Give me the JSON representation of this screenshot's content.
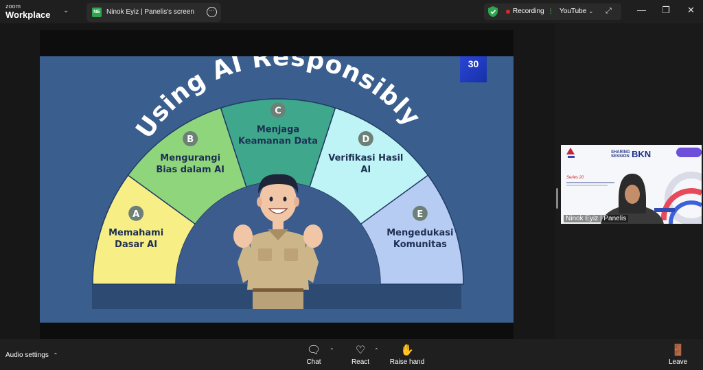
{
  "app": {
    "brand_top": "zoom",
    "brand_bottom": "Workplace"
  },
  "share_tab": {
    "badge": "NE",
    "label": "Ninok Eyiz | Panelis's screen"
  },
  "recording_bar": {
    "recording_label": "Recording",
    "stream_label": "YouTube"
  },
  "slide": {
    "number": "30",
    "title": "Using AI Responsibly",
    "segments": [
      {
        "letter": "A",
        "line1": "Memahami",
        "line2": "Dasar AI"
      },
      {
        "letter": "B",
        "line1": "Mengurangi",
        "line2": "Bias dalam AI"
      },
      {
        "letter": "C",
        "line1": "Menjaga",
        "line2": "Keamanan Data"
      },
      {
        "letter": "D",
        "line1": "Verifikasi Hasil",
        "line2": "AI"
      },
      {
        "letter": "E",
        "line1": "Mengedukasi",
        "line2": "Komunitas"
      }
    ],
    "colors": {
      "bg": "#3a5f8f",
      "seg_a": "#f7ef86",
      "seg_b": "#8fd57c",
      "seg_c": "#3fa88c",
      "seg_d": "#bff4f6",
      "seg_e": "#b7ccf3"
    }
  },
  "participant": {
    "name": "Ninok Eyiz | Panelis",
    "brand_line1": "SHARING",
    "brand_line2": "SESSION",
    "brand_org": "BKN",
    "series": "Series 20"
  },
  "toolbar": {
    "audio_settings": "Audio settings",
    "chat": "Chat",
    "react": "React",
    "raise_hand": "Raise hand",
    "leave": "Leave"
  }
}
